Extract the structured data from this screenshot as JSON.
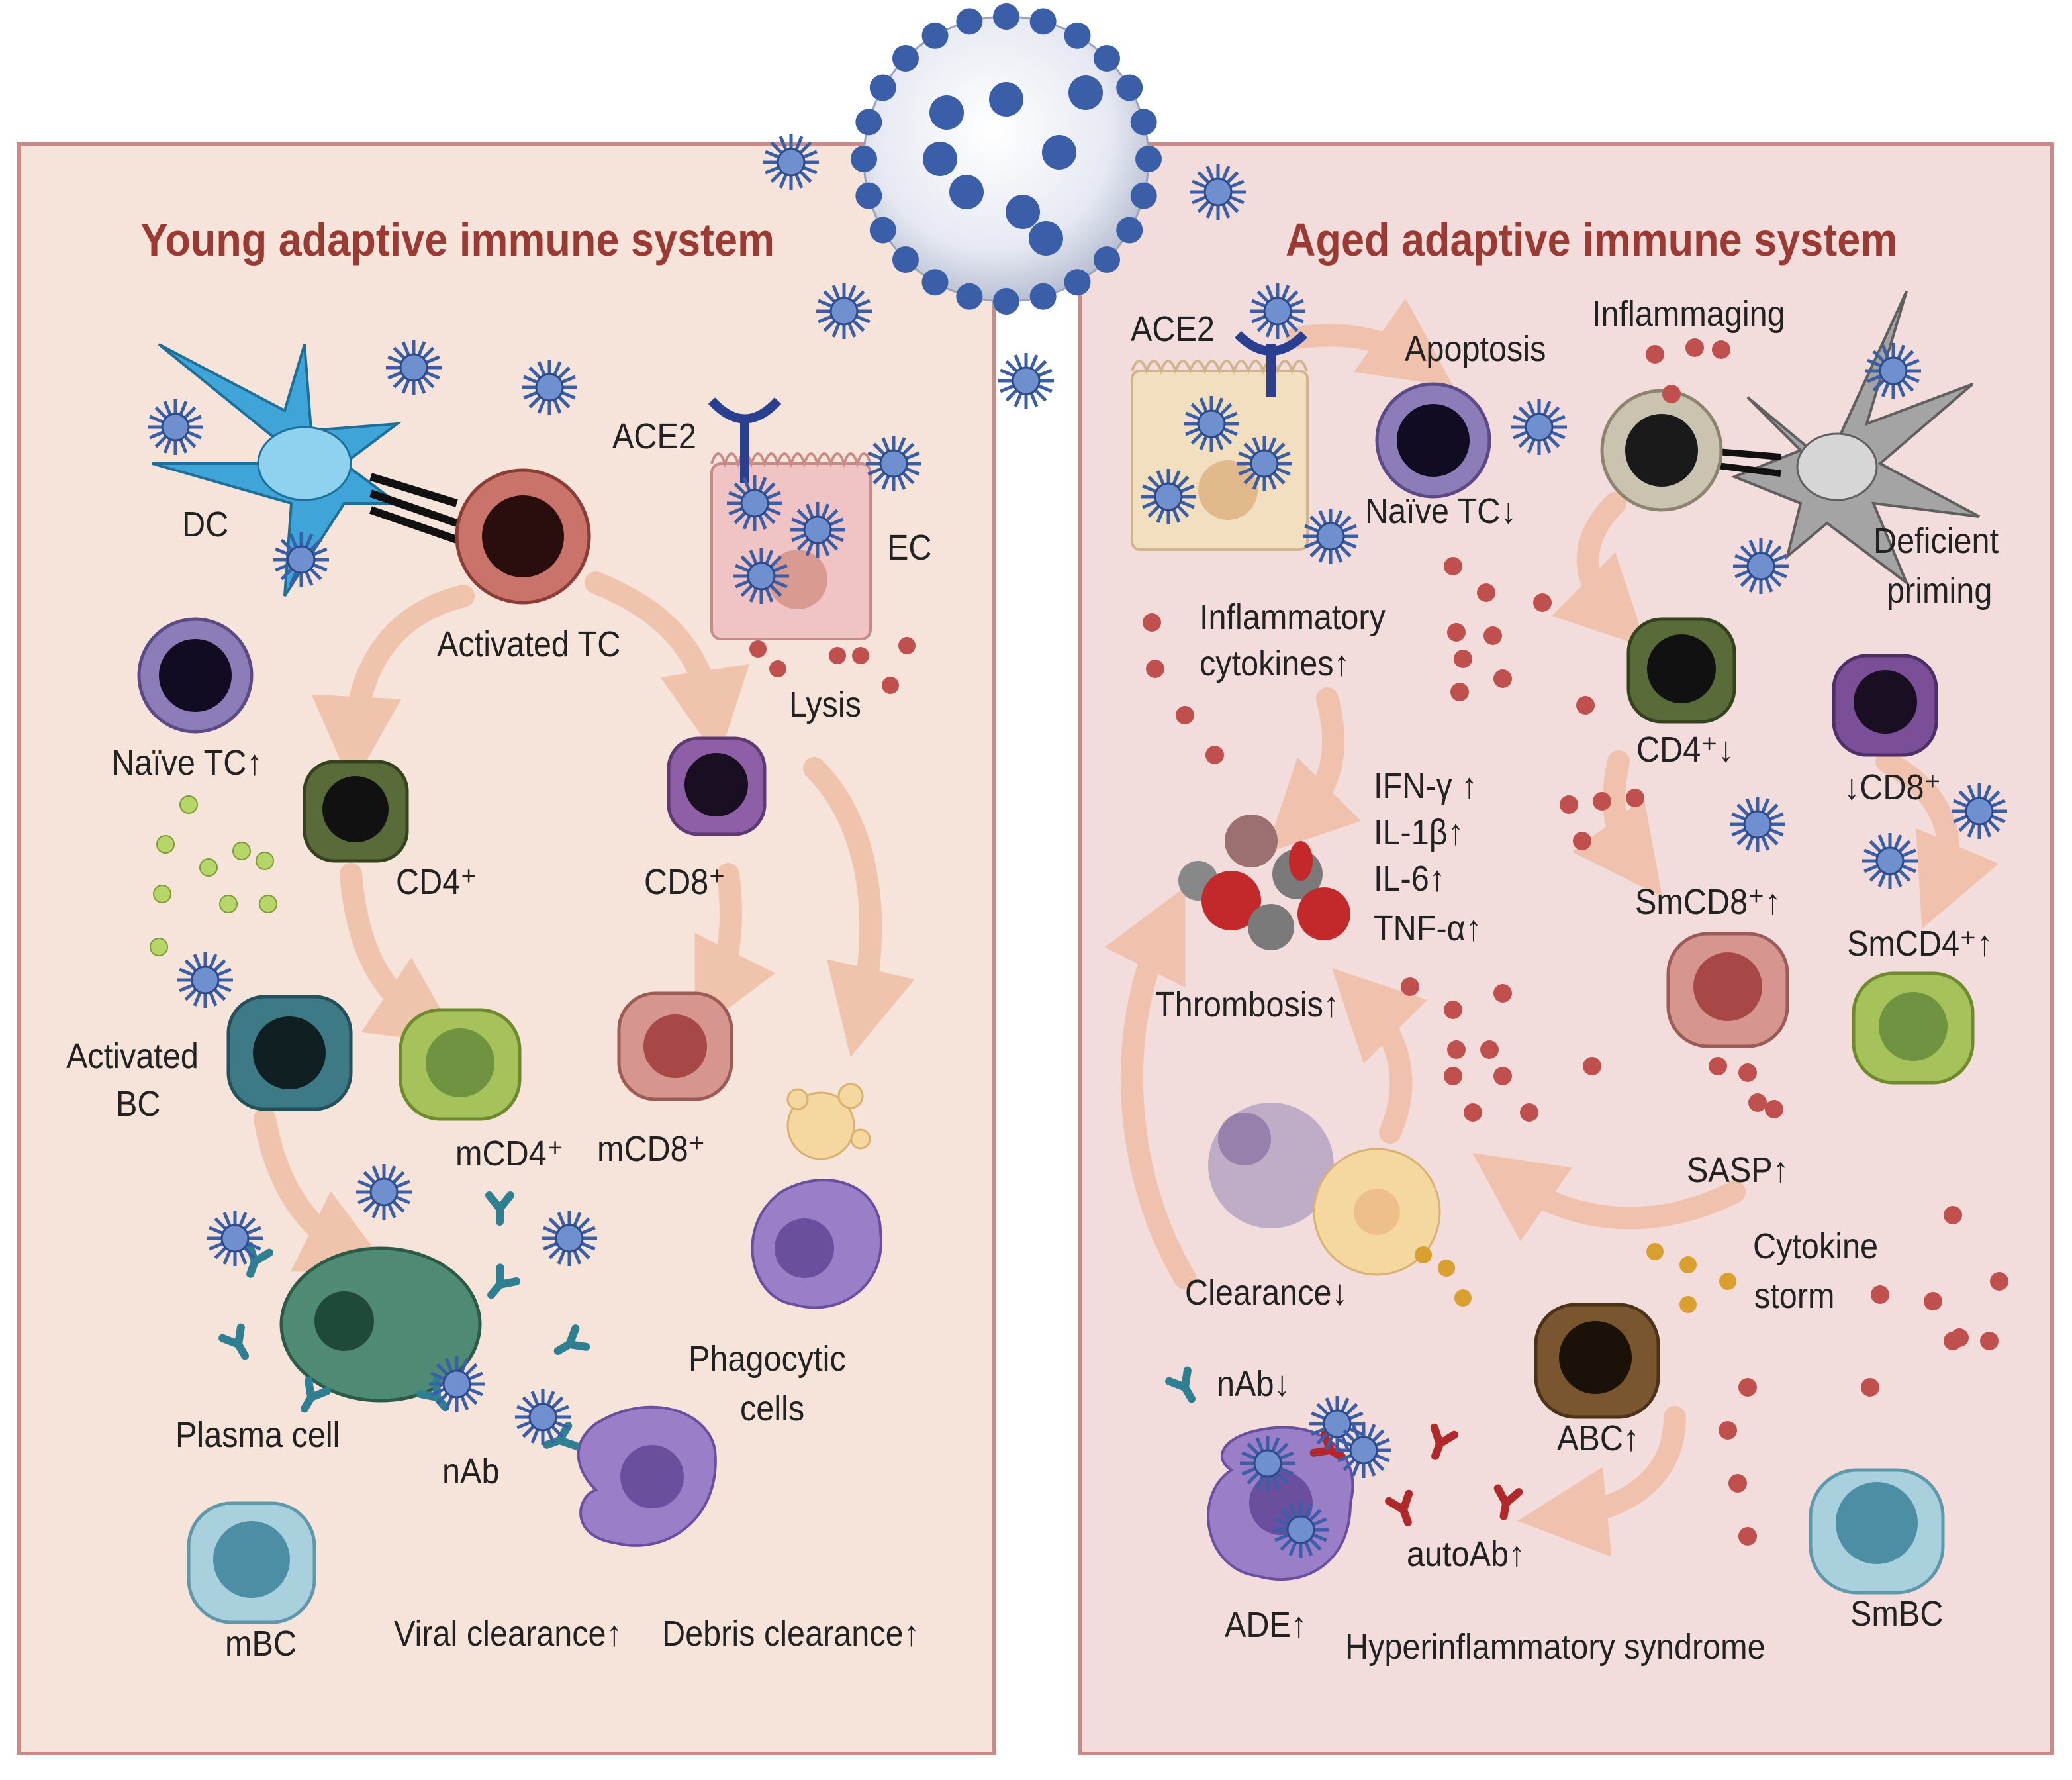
{
  "colors": {
    "young_panel_bg": "#f6e3d9",
    "aged_panel_bg": "#f2dcdc",
    "panel_border": "#c98b87",
    "title_red": "#9b3a32",
    "arrow_peach": "#f0c0a8",
    "virus_blue": "#3a5fa8",
    "antibody_teal": "#2f7f92",
    "autoantibody_red": "#b0282a"
  },
  "young": {
    "title": "Young adaptive immune system",
    "labels": {
      "dc": "DC",
      "ace2": "ACE2",
      "ec": "EC",
      "activated_tc": "Activated TC",
      "naive_tc": "Naïve TC↑",
      "lysis": "Lysis",
      "cd4": "CD4⁺",
      "cd8": "CD8⁺",
      "activated_bc_1": "Activated",
      "activated_bc_2": "BC",
      "mcd4": "mCD4⁺",
      "mcd8": "mCD8⁺",
      "plasma_cell": "Plasma cell",
      "nab": "nAb",
      "phagocytic_1": "Phagocytic",
      "phagocytic_2": "cells",
      "mbc": "mBC",
      "viral_clearance": "Viral clearance↑",
      "debris_clearance": "Debris clearance↑"
    }
  },
  "aged": {
    "title": "Aged adaptive immune system",
    "labels": {
      "ace2": "ACE2",
      "apoptosis": "Apoptosis",
      "inflammaging": "Inflammaging",
      "naive_tc": "Naïve TC↓",
      "deficient_1": "Deficient",
      "deficient_2": "priming",
      "inflammatory_1": "Inflammatory",
      "inflammatory_2": "cytokines↑",
      "cd4": "CD4⁺↓",
      "cd8": "↓CD8⁺",
      "ifn": "IFN-γ ↑",
      "il1": "IL-1β↑",
      "il6": "IL-6↑",
      "tnf": "TNF-α↑",
      "smcd8": "SmCD8⁺↑",
      "smcd4": "SmCD4⁺↑",
      "thrombosis": "Thrombosis↑",
      "sasp": "SASP↑",
      "cytokine_1": "Cytokine",
      "cytokine_2": "storm",
      "clearance": "Clearance↓",
      "nab": "nAb↓",
      "abc": "ABC↑",
      "autoab": "autoAb↑",
      "ade": "ADE↑",
      "hyper": "Hyperinflammatory syndrome",
      "smbc": "SmBC"
    }
  }
}
